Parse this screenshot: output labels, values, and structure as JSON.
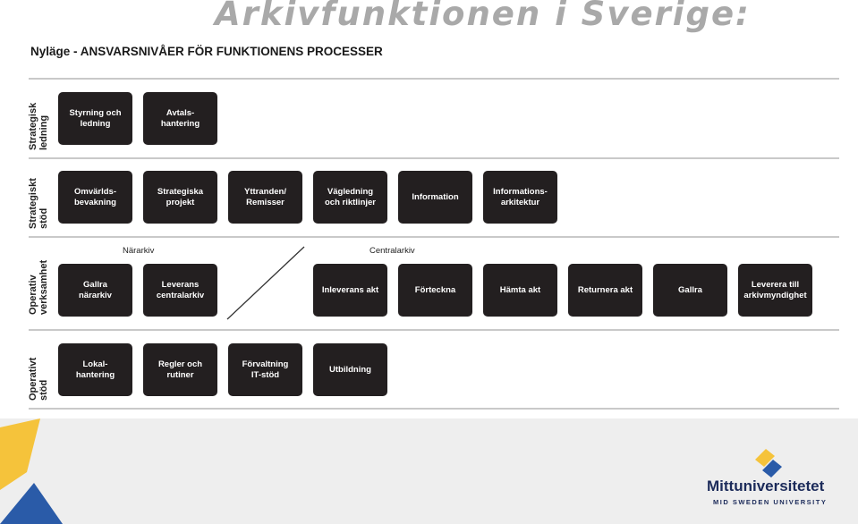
{
  "title": "Arkivfunktionen i Sverige:",
  "subtitle": "Nyläge - ANSVARSNIVÅER FÖR FUNKTIONENS PROCESSER",
  "rows": [
    {
      "label_line1": "Strategisk",
      "label_line2": "ledning"
    },
    {
      "label_line1": "Strategiskt",
      "label_line2": "stöd"
    },
    {
      "label_line1": "Operativ",
      "label_line2": "verksamhet"
    },
    {
      "label_line1": "Operativt",
      "label_line2": "stöd"
    }
  ],
  "row1_boxes": [
    "Styrning och\nledning",
    "Avtals-\nhantering"
  ],
  "row2_boxes": [
    "Omvärlds-\nbevakning",
    "Strategiska\nprojekt",
    "Yttranden/\nRemisser",
    "Vägledning\noch riktlinjer",
    "Information",
    "Informations-\narkitektur"
  ],
  "row3_group_left": "Närarkiv",
  "row3_group_right": "Centralarkiv",
  "row3_left_boxes": [
    "Gallra\nnärarkiv",
    "Leverans\ncentralarkiv"
  ],
  "row3_right_boxes": [
    "Inleverans akt",
    "Förteckna",
    "Hämta akt",
    "Returnera akt",
    "Gallra",
    "Leverera till\narkivmyndighet"
  ],
  "row4_boxes": [
    "Lokal-\nhantering",
    "Regler och\nrutiner",
    "Förvaltning\nIT-stöd",
    "Utbildning"
  ],
  "logo": {
    "name": "Mittuniversitetet",
    "subname": "MID SWEDEN UNIVERSITY"
  },
  "colors": {
    "box": "#231f20",
    "title": "#a9a9a9",
    "logo_blue": "#2a5ba8",
    "logo_yellow": "#f5c33b"
  }
}
